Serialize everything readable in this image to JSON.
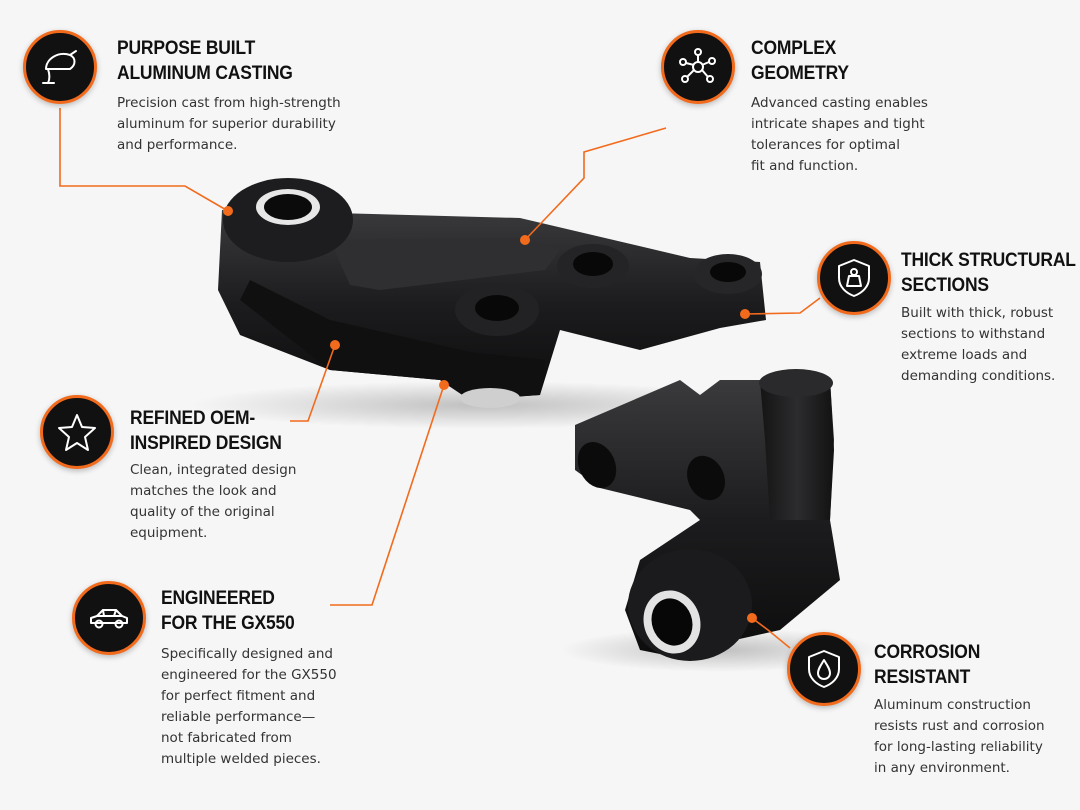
{
  "accent_color": "#f26b1d",
  "features": [
    {
      "id": "casting",
      "icon": "ladle-pour-icon",
      "title_lines": [
        "PURPOSE BUILT",
        "ALUMINUM CASTING"
      ],
      "desc_lines": [
        "Precision cast from high-strength",
        "aluminum for superior durability",
        "and performance."
      ]
    },
    {
      "id": "geometry",
      "icon": "molecule-network-icon",
      "title_lines": [
        "COMPLEX",
        "GEOMETRY"
      ],
      "desc_lines": [
        "Advanced casting enables",
        "intricate shapes and tight",
        "tolerances for optimal",
        "fit and function."
      ]
    },
    {
      "id": "structural",
      "icon": "shield-weight-icon",
      "title_lines": [
        "THICK STRUCTURAL",
        "SECTIONS"
      ],
      "desc_lines": [
        "Built with thick, robust",
        "sections to withstand",
        "extreme loads and",
        "demanding conditions."
      ]
    },
    {
      "id": "oem",
      "icon": "star-icon",
      "title_lines": [
        "REFINED OEM-",
        "INSPIRED DESIGN"
      ],
      "desc_lines": [
        "Clean, integrated design",
        "matches the look and",
        "quality of the original",
        "equipment."
      ]
    },
    {
      "id": "gx550",
      "icon": "car-icon",
      "title_lines": [
        "ENGINEERED",
        "FOR THE GX550"
      ],
      "desc_lines": [
        "Specifically designed and",
        "engineered for the GX550",
        "for perfect fitment and",
        "reliable performance—",
        "not fabricated from",
        "multiple welded pieces."
      ]
    },
    {
      "id": "corrosion",
      "icon": "shield-drop-icon",
      "title_lines": [
        "CORROSION",
        "RESISTANT"
      ],
      "desc_lines": [
        "Aluminum construction",
        "resists rust and corrosion",
        "for long-lasting reliability",
        "in any environment."
      ]
    }
  ]
}
